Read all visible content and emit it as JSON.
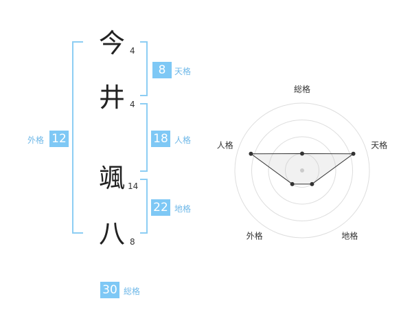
{
  "name": {
    "characters": [
      {
        "char": "今",
        "strokes": "4"
      },
      {
        "char": "井",
        "strokes": "4"
      },
      {
        "char": "颯",
        "strokes": "14"
      },
      {
        "char": "八",
        "strokes": "8"
      }
    ]
  },
  "fortune": {
    "tenkaku": {
      "value": "8",
      "label": "天格"
    },
    "jinkaku": {
      "value": "18",
      "label": "人格"
    },
    "chikaku": {
      "value": "22",
      "label": "地格"
    },
    "gaikaku": {
      "value": "12",
      "label": "外格"
    },
    "soukaku": {
      "value": "30",
      "label": "総格"
    }
  },
  "colors": {
    "accent": "#7ec8f5",
    "label": "#6fb8e8",
    "bracket": "#8ccdf3"
  },
  "chart_data": {
    "type": "radar",
    "axes": [
      "総格",
      "天格",
      "地格",
      "外格",
      "人格"
    ],
    "values": [
      0.25,
      0.8,
      0.25,
      0.25,
      0.8
    ],
    "range": [
      0,
      1
    ],
    "rings": 4,
    "grid": true
  }
}
